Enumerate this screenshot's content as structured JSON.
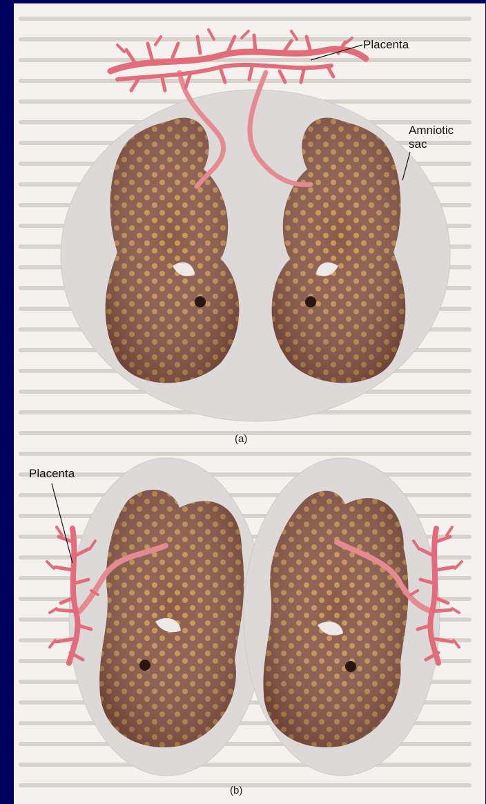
{
  "diagram": {
    "panel_a": {
      "caption": "(a)",
      "placenta_label": "Placenta",
      "amniotic_sac_label_line1": "Amniotic",
      "amniotic_sac_label_line2": "sac"
    },
    "panel_b": {
      "caption": "(b)",
      "placenta_label": "Placenta"
    }
  },
  "colors": {
    "background": "#00005e",
    "page": "#f4f1ee",
    "sac": "#d9d6d6",
    "fetus": "#8a5a4a",
    "fetus_dots": "#d4a050",
    "placenta": "#e36c7a",
    "cord": "#e58a90"
  }
}
